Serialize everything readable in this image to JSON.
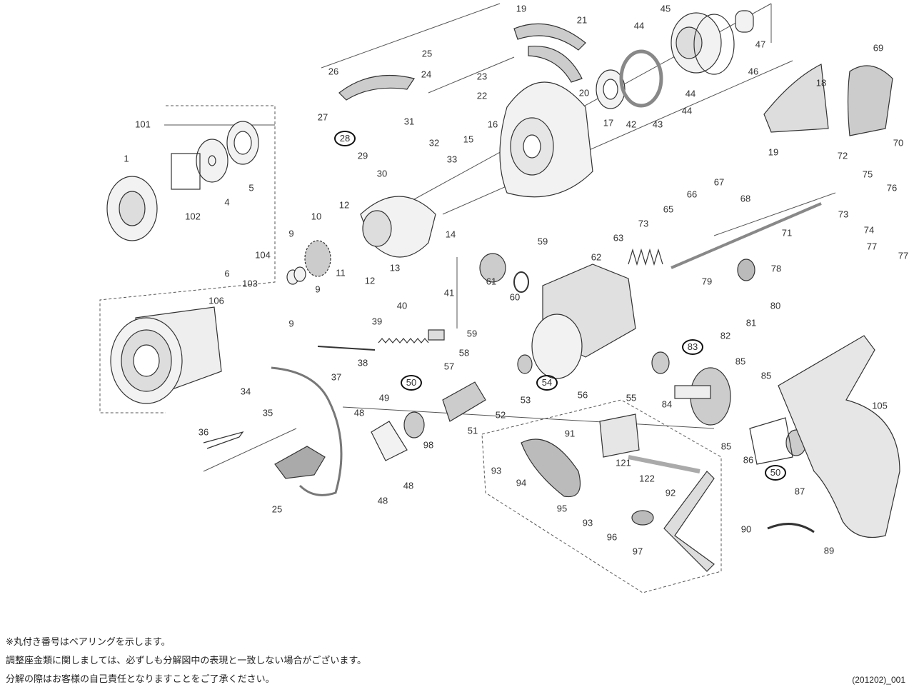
{
  "labels": [
    {
      "text": "19"
    },
    {
      "text": "21"
    },
    {
      "text": "45"
    },
    {
      "text": "44"
    },
    {
      "text": "47"
    },
    {
      "text": "25"
    },
    {
      "text": "26"
    },
    {
      "text": "24"
    },
    {
      "text": "23"
    },
    {
      "text": "22"
    },
    {
      "text": "20"
    },
    {
      "text": "46"
    },
    {
      "text": "44"
    },
    {
      "text": "44"
    },
    {
      "text": "69"
    },
    {
      "text": "18"
    },
    {
      "text": "101"
    },
    {
      "text": "27"
    },
    {
      "text": "28",
      "circled": true
    },
    {
      "text": "29"
    },
    {
      "text": "31"
    },
    {
      "text": "32"
    },
    {
      "text": "33"
    },
    {
      "text": "30"
    },
    {
      "text": "15"
    },
    {
      "text": "16"
    },
    {
      "text": "17"
    },
    {
      "text": "42"
    },
    {
      "text": "43"
    },
    {
      "text": "70"
    },
    {
      "text": "19"
    },
    {
      "text": "1"
    },
    {
      "text": "5"
    },
    {
      "text": "4"
    },
    {
      "text": "102"
    },
    {
      "text": "72"
    },
    {
      "text": "75"
    },
    {
      "text": "67"
    },
    {
      "text": "66"
    },
    {
      "text": "65"
    },
    {
      "text": "68"
    },
    {
      "text": "76"
    },
    {
      "text": "73"
    },
    {
      "text": "74"
    },
    {
      "text": "12"
    },
    {
      "text": "10"
    },
    {
      "text": "14"
    },
    {
      "text": "73"
    },
    {
      "text": "71"
    },
    {
      "text": "77"
    },
    {
      "text": "77"
    },
    {
      "text": "59"
    },
    {
      "text": "63"
    },
    {
      "text": "62"
    },
    {
      "text": "9"
    },
    {
      "text": "78"
    },
    {
      "text": "104"
    },
    {
      "text": "13"
    },
    {
      "text": "11"
    },
    {
      "text": "12"
    },
    {
      "text": "6"
    },
    {
      "text": "103"
    },
    {
      "text": "79"
    },
    {
      "text": "61"
    },
    {
      "text": "60"
    },
    {
      "text": "80"
    },
    {
      "text": "9"
    },
    {
      "text": "106"
    },
    {
      "text": "9"
    },
    {
      "text": "41"
    },
    {
      "text": "40"
    },
    {
      "text": "39"
    },
    {
      "text": "82"
    },
    {
      "text": "81"
    },
    {
      "text": "59"
    },
    {
      "text": "38"
    },
    {
      "text": "58"
    },
    {
      "text": "83",
      "circled": true
    },
    {
      "text": "37"
    },
    {
      "text": "57"
    },
    {
      "text": "85"
    },
    {
      "text": "85"
    },
    {
      "text": "55"
    },
    {
      "text": "54",
      "circled": true
    },
    {
      "text": "53"
    },
    {
      "text": "52"
    },
    {
      "text": "56"
    },
    {
      "text": "50",
      "circled": true
    },
    {
      "text": "34"
    },
    {
      "text": "35"
    },
    {
      "text": "49"
    },
    {
      "text": "51"
    },
    {
      "text": "84"
    },
    {
      "text": "105"
    },
    {
      "text": "48"
    },
    {
      "text": "98"
    },
    {
      "text": "91"
    },
    {
      "text": "36"
    },
    {
      "text": "121"
    },
    {
      "text": "122"
    },
    {
      "text": "86"
    },
    {
      "text": "85"
    },
    {
      "text": "93"
    },
    {
      "text": "50",
      "circled": true
    },
    {
      "text": "87"
    },
    {
      "text": "48"
    },
    {
      "text": "48"
    },
    {
      "text": "94"
    },
    {
      "text": "92"
    },
    {
      "text": "95"
    },
    {
      "text": "25"
    },
    {
      "text": "93"
    },
    {
      "text": "96"
    },
    {
      "text": "90"
    },
    {
      "text": "89"
    },
    {
      "text": "97"
    }
  ],
  "notes": [
    "※丸付き番号はベアリングを示します。",
    "調整座金類に関しましては、必ずしも分解図中の表現と一致しない場合がございます。",
    "分解の際はお客様の自己責任となりますことをご了承ください。"
  ],
  "diagram_code": "(201202)_001"
}
